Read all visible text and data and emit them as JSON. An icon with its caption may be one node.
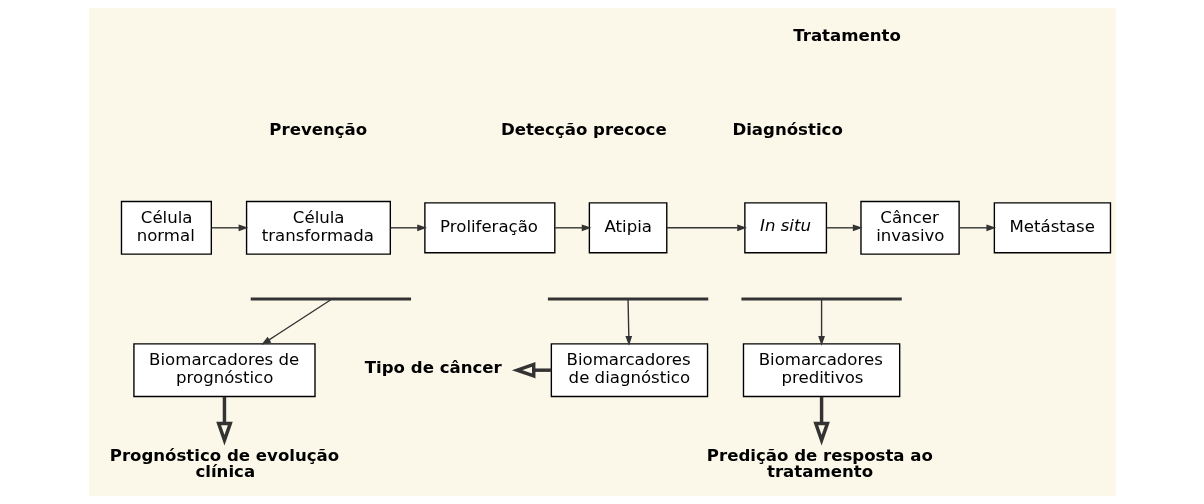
{
  "diagram": {
    "nodes": [
      {
        "text": [
          "Célula normal"
        ]
      },
      {
        "text": [
          "Célula transformada"
        ]
      },
      {
        "text": [
          "Proliferação"
        ]
      },
      {
        "text": [
          "Atipia"
        ]
      },
      {
        "text": [
          "In situ"
        ]
      },
      {
        "text": [
          "Câncer invasivo"
        ]
      },
      {
        "text": [
          "Metástase"
        ]
      },
      {
        "text": [
          "Biomarcadores de prognóstico"
        ]
      },
      {
        "text": [
          "Tipo de câncer"
        ]
      },
      {
        "text": [
          "Biomarcadores de diagnóstico"
        ]
      },
      {
        "text": [
          "Biomarcadores preditivos"
        ]
      },
      {
        "text": [
          "Prognóstico de evolução clínica"
        ]
      },
      {
        "text": [
          "Predição de resposta ao tratamento"
        ]
      }
    ],
    "edges": [
      {
        "from": 0,
        "to": 1,
        "arrow": "to"
      },
      {
        "from": 1,
        "to": 2,
        "arrow": "to"
      },
      {
        "from": 2,
        "to": 3,
        "arrow": "to"
      },
      {
        "from": 3,
        "to": 4,
        "arrow": "to"
      },
      {
        "from": 4,
        "to": 5,
        "arrow": "to"
      },
      {
        "from": 5,
        "to": 6,
        "arrow": "to"
      },
      {
        "from": null,
        "to": 7,
        "arrow": "to"
      },
      {
        "from": null,
        "to": 9,
        "arrow": "to"
      },
      {
        "from": null,
        "to": 10,
        "arrow": "to"
      },
      {
        "from": 9,
        "to": 8,
        "arrow": "to",
        "style": "thick"
      },
      {
        "from": 7,
        "to": 11,
        "arrow": "to",
        "style": "thick"
      },
      {
        "from": 10,
        "to": 12,
        "arrow": "to",
        "style": "thick"
      }
    ],
    "labels": [
      "Tratamento",
      "Diagnóstico",
      "Prevenção",
      "Detecção precoce"
    ]
  }
}
